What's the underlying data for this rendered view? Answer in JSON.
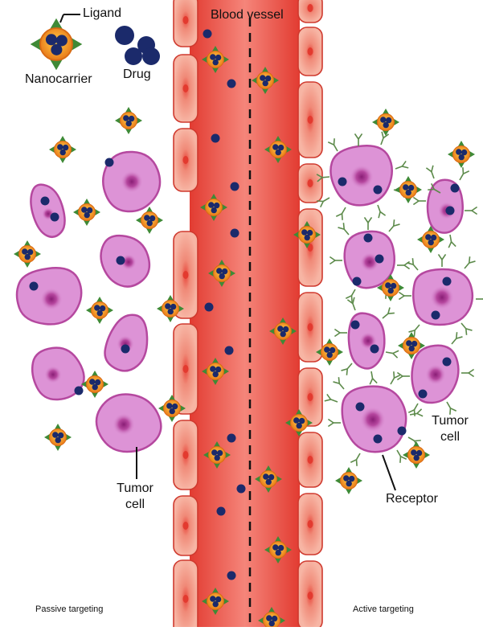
{
  "labels": {
    "ligand": "Ligand",
    "nanocarrier": "Nanocarrier",
    "drug": "Drug",
    "blood_vessel": "Blood vessel",
    "tumor_cell_left_1": "Tumor",
    "tumor_cell_left_2": "cell",
    "tumor_cell_right_1": "Tumor",
    "tumor_cell_right_2": "cell",
    "receptor": "Receptor",
    "passive_targeting": "Passive targeting",
    "active_targeting": "Active targeting"
  },
  "colors": {
    "vessel_red": "#e8453a",
    "vessel_wall": "#f3a18d",
    "cell_fill": "#dd93d6",
    "cell_stroke": "#b5489f",
    "nucleus": "#9c2c86",
    "drug": "#1b2a6b",
    "carrier": "#f08a1e",
    "ligand": "#3f8a36"
  }
}
